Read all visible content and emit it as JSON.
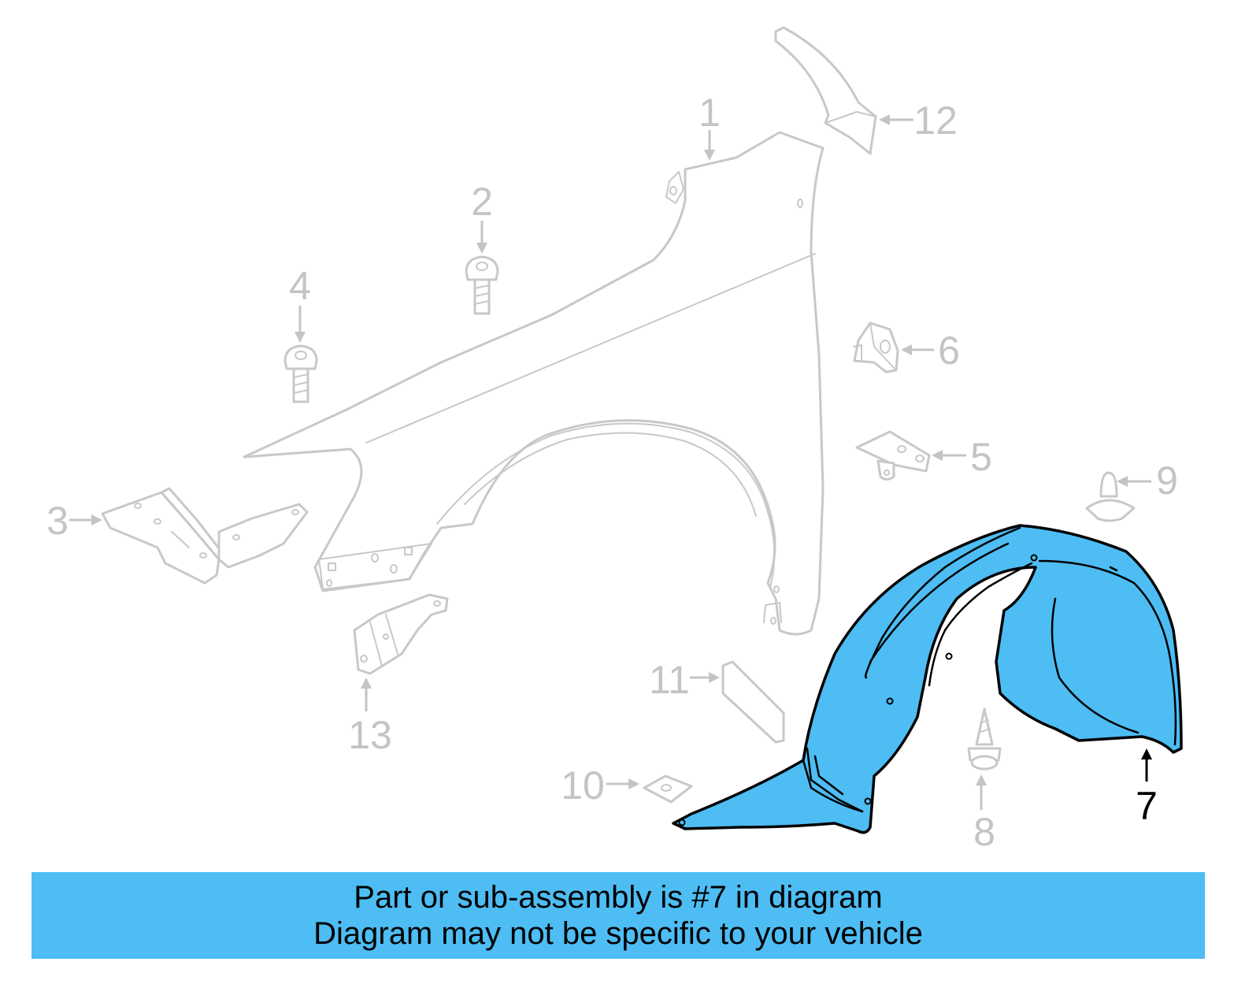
{
  "colors": {
    "highlight": "#4dbdf4",
    "ghost_lines": "#c8c8c8",
    "ghost_labels": "#c4c4c4",
    "active_label": "#000000"
  },
  "callouts": [
    {
      "id": "1",
      "label": "1"
    },
    {
      "id": "2",
      "label": "2"
    },
    {
      "id": "3",
      "label": "3"
    },
    {
      "id": "4",
      "label": "4"
    },
    {
      "id": "5",
      "label": "5"
    },
    {
      "id": "6",
      "label": "6"
    },
    {
      "id": "7",
      "label": "7",
      "highlighted": true
    },
    {
      "id": "8",
      "label": "8"
    },
    {
      "id": "9",
      "label": "9"
    },
    {
      "id": "10",
      "label": "10"
    },
    {
      "id": "11",
      "label": "11"
    },
    {
      "id": "12",
      "label": "12"
    },
    {
      "id": "13",
      "label": "13"
    }
  ],
  "banner": {
    "line1": "Part or sub-assembly is #7 in diagram",
    "line2": "Diagram may not be specific to your vehicle"
  }
}
